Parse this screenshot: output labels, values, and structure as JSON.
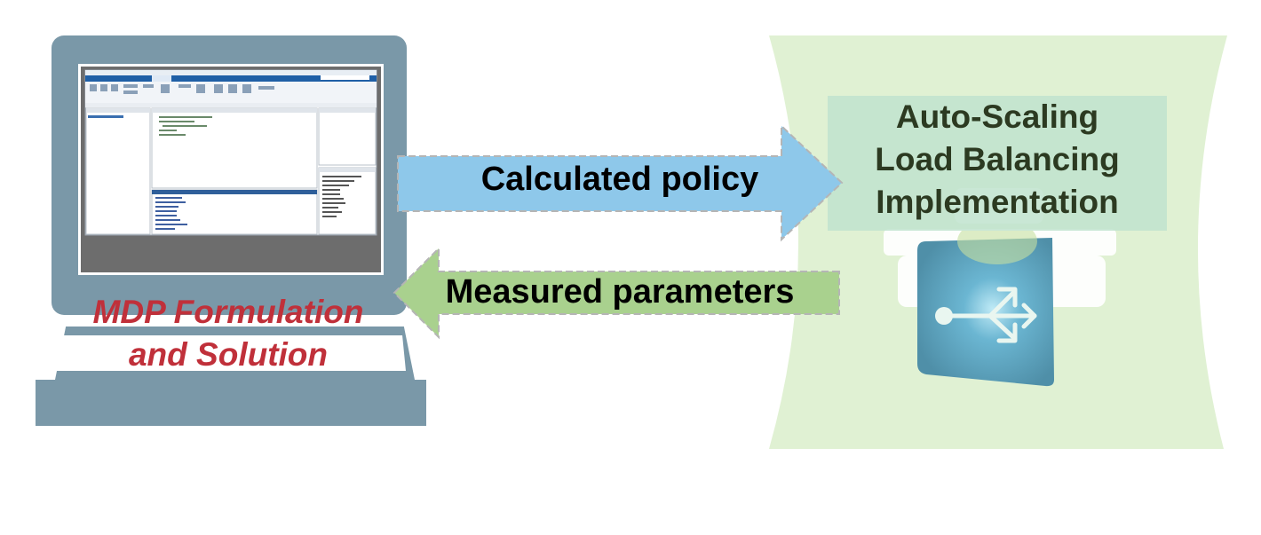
{
  "computer": {
    "label_line1": "MDP Formulation",
    "label_line2": "and Solution",
    "label_color": "#c0303a"
  },
  "arrows": {
    "forward_label": "Calculated policy",
    "forward_color": "#8ec8ea",
    "backward_label": "Measured parameters",
    "backward_color": "#a9d18e"
  },
  "system": {
    "title_line1": "Auto-Scaling",
    "title_line2": "Load Balancing",
    "title_line3": "Implementation",
    "background_color": "#e0f1d3",
    "icon": "load-balancer-icon"
  }
}
